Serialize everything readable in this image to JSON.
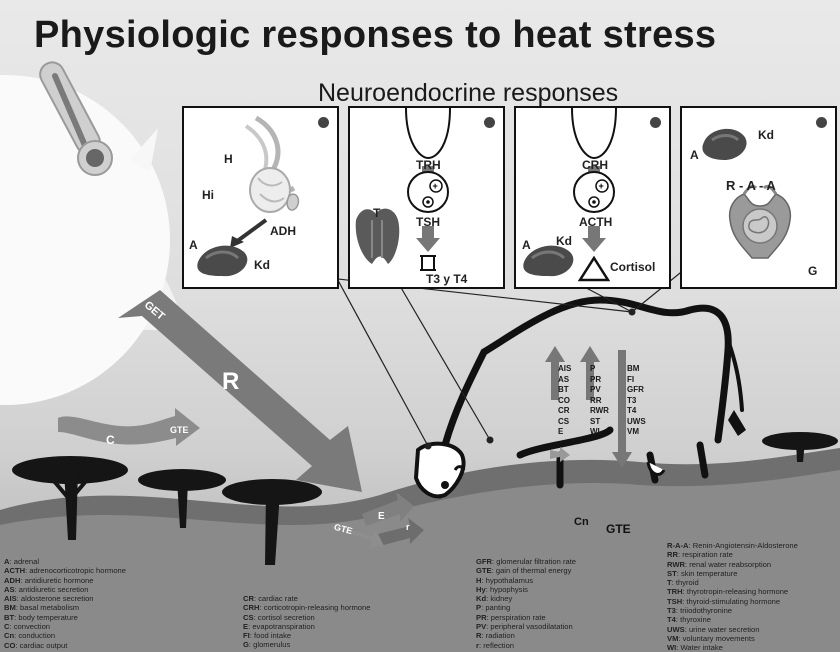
{
  "title": "Physiologic responses to heat stress",
  "subtitle": "Neuroendocrine responses",
  "panels": {
    "p1": {
      "H": "H",
      "Hi": "Hi",
      "ADH": "ADH",
      "A": "A",
      "Kd": "Kd"
    },
    "p2": {
      "T": "T",
      "TRH": "TRH",
      "TSH": "TSH",
      "T3T4": "T3 y T4"
    },
    "p3": {
      "CRH": "CRH",
      "ACTH": "ACTH",
      "A": "A",
      "Kd": "Kd",
      "Cortisol": "Cortisol"
    },
    "p4": {
      "A": "A",
      "Kd": "Kd",
      "RAA": "R - A - A",
      "G": "G"
    }
  },
  "scene": {
    "GET": "GET",
    "R": "R",
    "C": "C",
    "GTE_c": "GTE",
    "E": "E",
    "r": "r",
    "GTE_ground": "GTE",
    "Cn": "Cn",
    "GTE_cow": "GTE"
  },
  "responses": {
    "col1": [
      "AIS",
      "AS",
      "BT",
      "CO",
      "CR",
      "CS",
      "E"
    ],
    "col2": [
      "P",
      "PR",
      "PV",
      "RR",
      "RWR",
      "ST",
      "WI"
    ],
    "col3": [
      "BM",
      "FI",
      "GFR",
      "T3",
      "T4",
      "UWS",
      "VM"
    ]
  },
  "glossary": {
    "col1": [
      {
        "abbr": "A",
        "def": "adrenal"
      },
      {
        "abbr": "ACTH",
        "def": "adrenocorticotropic hormone"
      },
      {
        "abbr": "ADH",
        "def": "antidiuretic hormone"
      },
      {
        "abbr": "AS",
        "def": "antidiuretic secretion"
      },
      {
        "abbr": "AIS",
        "def": "aldosterone secretion"
      },
      {
        "abbr": "BM",
        "def": "basal metabolism"
      },
      {
        "abbr": "BT",
        "def": "body temperature"
      },
      {
        "abbr": "C",
        "def": "convection"
      },
      {
        "abbr": "Cn",
        "def": "conduction"
      },
      {
        "abbr": "CO",
        "def": "cardiac output"
      }
    ],
    "col2": [
      {
        "abbr": "CR",
        "def": "cardiac rate"
      },
      {
        "abbr": "CRH",
        "def": "corticotropin-releasing hormone"
      },
      {
        "abbr": "CS",
        "def": "cortisol secretion"
      },
      {
        "abbr": "E",
        "def": "evapotranspiration"
      },
      {
        "abbr": "FI",
        "def": "food intake"
      },
      {
        "abbr": "G",
        "def": "glomerulus"
      }
    ],
    "col3": [
      {
        "abbr": "GFR",
        "def": "glomerular filtration rate"
      },
      {
        "abbr": "GTE",
        "def": "gain of thermal energy"
      },
      {
        "abbr": "H",
        "def": "hypothalamus"
      },
      {
        "abbr": "Hy",
        "def": "hypophysis"
      },
      {
        "abbr": "Kd",
        "def": "kidney"
      },
      {
        "abbr": "P",
        "def": "panting"
      },
      {
        "abbr": "PR",
        "def": "perspiration rate"
      },
      {
        "abbr": "PV",
        "def": "peripheral vasodilatation"
      },
      {
        "abbr": "R",
        "def": "radiation"
      },
      {
        "abbr": "r",
        "def": "reflection"
      }
    ],
    "col4": [
      {
        "abbr": "R-A-A",
        "def": "Renin-Angiotensin-Aldosterone"
      },
      {
        "abbr": "RR",
        "def": "respiration rate"
      },
      {
        "abbr": "RWR",
        "def": "renal water reabsorption"
      },
      {
        "abbr": "ST",
        "def": "skin temperature"
      },
      {
        "abbr": "T",
        "def": "thyroid"
      },
      {
        "abbr": "TRH",
        "def": "thyrotropin-releasing hormone"
      },
      {
        "abbr": "TSH",
        "def": "thyroid-stimulating hormone"
      },
      {
        "abbr": "T3",
        "def": "triiodothyronine"
      },
      {
        "abbr": "T4",
        "def": "thyroxine"
      },
      {
        "abbr": "UWS",
        "def": "urine water secretion"
      },
      {
        "abbr": "VM",
        "def": "voluntary movements"
      },
      {
        "abbr": "WI",
        "def": "Water intake"
      }
    ]
  }
}
